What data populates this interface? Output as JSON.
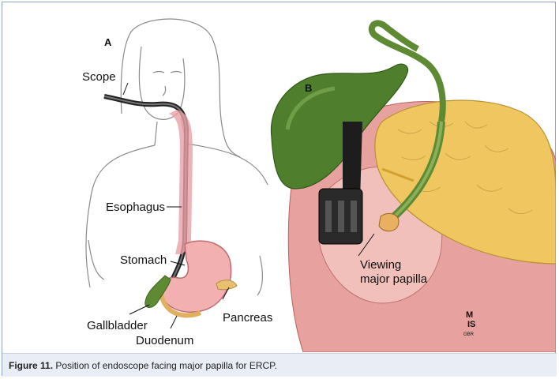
{
  "figure": {
    "panel_a_label": "A",
    "panel_b_label": "B",
    "labels": {
      "scope": "Scope",
      "esophagus": "Esophagus",
      "stomach": "Stomach",
      "gallbladder": "Gallbladder",
      "duodenum": "Duodenum",
      "pancreas": "Pancreas",
      "viewing_line1": "Viewing",
      "viewing_line2": "major papilla"
    },
    "signature": "M IS GBR"
  },
  "caption": {
    "label": "Figure 11.",
    "text": " Position of endoscope facing major papilla for ERCP."
  }
}
